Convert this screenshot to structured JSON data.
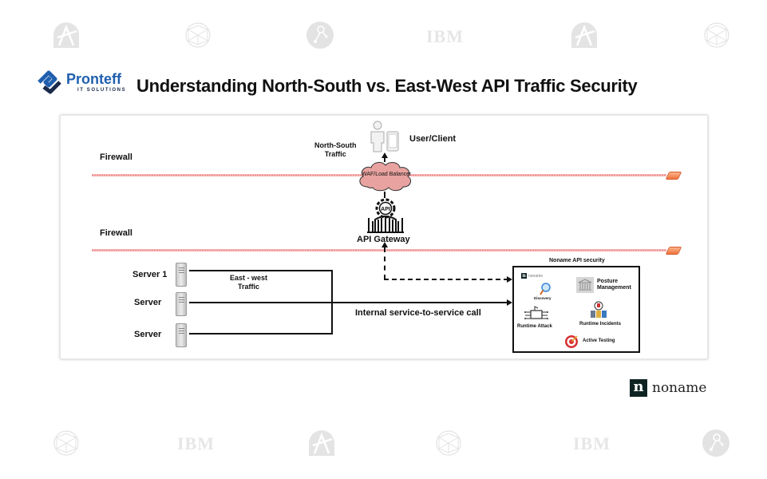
{
  "brand": {
    "company_name": "Pronteff",
    "company_tagline": "IT SOLUTIONS",
    "partner_name": "noname",
    "partner_mark": "n"
  },
  "title": "Understanding North-South vs. East-West API Traffic Security",
  "watermarks": {
    "top": [
      "a-logo",
      "geodesic-sphere",
      "node-logo",
      "IBM",
      "a-logo",
      "geodesic-sphere"
    ],
    "bottom": [
      "geodesic-sphere",
      "IBM",
      "a-logo",
      "geodesic-sphere",
      "IBM",
      "node-logo"
    ],
    "ibm_text": "IBM"
  },
  "diagram": {
    "firewall_top_label": "Firewall",
    "firewall_bottom_label": "Firewall",
    "north_south_label_line1": "North-South",
    "north_south_label_line2": "Traffic",
    "user_client_label": "User/Client",
    "waf_label": "WAF/Load Balancer",
    "api_icon_text": "API",
    "api_gateway_label": "API Gateway",
    "servers": [
      {
        "label": "Server 1"
      },
      {
        "label": "Server"
      },
      {
        "label": "Server"
      }
    ],
    "east_west_label_line1": "East - west",
    "east_west_label_line2": "Traffic",
    "internal_call_label": "Internal service-to-service call",
    "security_box": {
      "title": "Noname API security",
      "logo_mark": "n",
      "logo_text": "noname",
      "items": [
        {
          "label": "Discovery",
          "icon": "magnifier-icon"
        },
        {
          "label": "Posture Management",
          "icon": "building-icon"
        },
        {
          "label": "Runtime Attack",
          "icon": "circuit-icon"
        },
        {
          "label": "Runtime Incidents",
          "icon": "incident-icon"
        },
        {
          "label": "Active Testing",
          "icon": "target-icon"
        }
      ]
    },
    "colors": {
      "firewall": "#f08a8a",
      "firewall_end": "#f0733c",
      "waf_cloud": "#e8a3a0",
      "logo_blue": "#1f5fae"
    }
  }
}
